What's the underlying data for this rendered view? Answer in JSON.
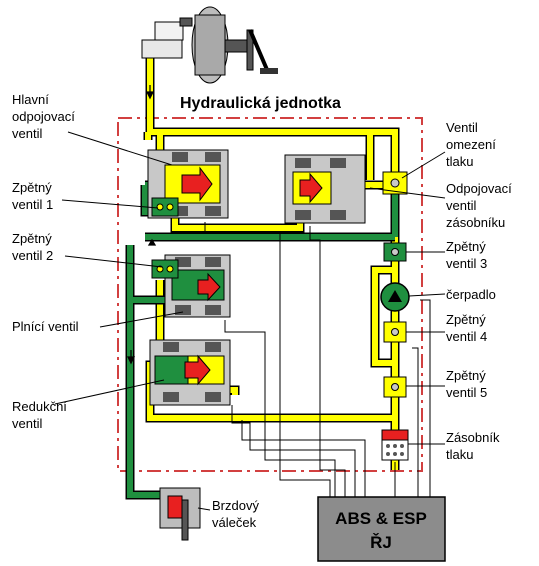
{
  "title": "Hydraulická jednotka",
  "labels": {
    "main_valve": [
      "Hlavní",
      "odpojovací",
      "ventil"
    ],
    "check_valve_1": [
      "Zpětný",
      "ventil 1"
    ],
    "check_valve_2": [
      "Zpětný",
      "ventil 2"
    ],
    "fill_valve": [
      "Plnící ventil"
    ],
    "reduction_valve": [
      "Redukční",
      "ventil"
    ],
    "pressure_limit_valve": [
      "Ventil",
      "omezení",
      "tlaku"
    ],
    "reservoir_valve": [
      "Odpojovací",
      "ventil",
      "zásobníku"
    ],
    "check_valve_3": [
      "Zpětný",
      "ventil 3"
    ],
    "pump": [
      "čerpadlo"
    ],
    "check_valve_4": [
      "Zpětný",
      "ventil 4"
    ],
    "check_valve_5": [
      "Zpětný",
      "ventil 5"
    ],
    "accumulator": [
      "Zásobník",
      "tlaku"
    ],
    "brake_cylinder": [
      "Brzdový",
      "váleček"
    ]
  },
  "ecu": [
    "ABS & ESP",
    "ŘJ"
  ],
  "colors": {
    "yellow_line": "#ffff00",
    "green_line": "#1f8f3f",
    "red_part": "#e82020",
    "valve_body": "#c8c8c8",
    "dashed_border": "#d24040",
    "ecu_fill": "#8c8c8c"
  }
}
